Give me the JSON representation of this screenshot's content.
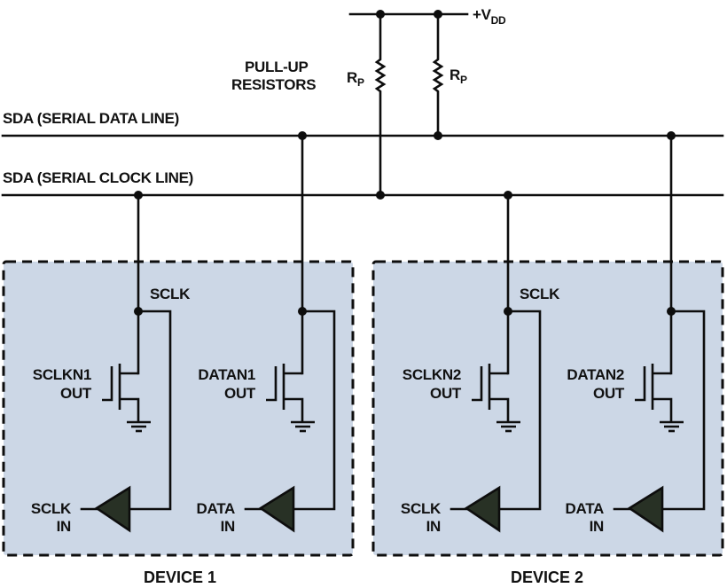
{
  "diagram": {
    "title": "I2C bus with open-drain devices and pull-up resistors",
    "supply": {
      "label_main": "+V",
      "label_sub": "DD"
    },
    "pullups": {
      "caption_line1": "PULL-UP",
      "caption_line2": "RESISTORS",
      "resistors": [
        {
          "label_main": "R",
          "label_sub": "P"
        },
        {
          "label_main": "R",
          "label_sub": "P"
        }
      ]
    },
    "buses": {
      "data_line": "SDA (SERIAL DATA LINE)",
      "clock_line": "SDA (SERIAL CLOCK LINE)"
    },
    "devices": [
      {
        "name": "DEVICE 1",
        "node_label": "SCLK",
        "clk_transistor": {
          "line1": "SCLKN1",
          "line2": "OUT"
        },
        "data_transistor": {
          "line1": "DATAN1",
          "line2": "OUT"
        },
        "clk_input": {
          "line1": "SCLK",
          "line2": "IN"
        },
        "data_input": {
          "line1": "DATA",
          "line2": "IN"
        }
      },
      {
        "name": "DEVICE 2",
        "node_label": "SCLK",
        "clk_transistor": {
          "line1": "SCLKN2",
          "line2": "OUT"
        },
        "data_transistor": {
          "line1": "DATAN2",
          "line2": "OUT"
        },
        "clk_input": {
          "line1": "SCLK",
          "line2": "IN"
        },
        "data_input": {
          "line1": "DATA",
          "line2": "IN"
        }
      }
    ],
    "colors": {
      "device_fill": "#ccd7e6",
      "buffer_fill": "#283125",
      "wire": "#0d0d0d"
    }
  }
}
